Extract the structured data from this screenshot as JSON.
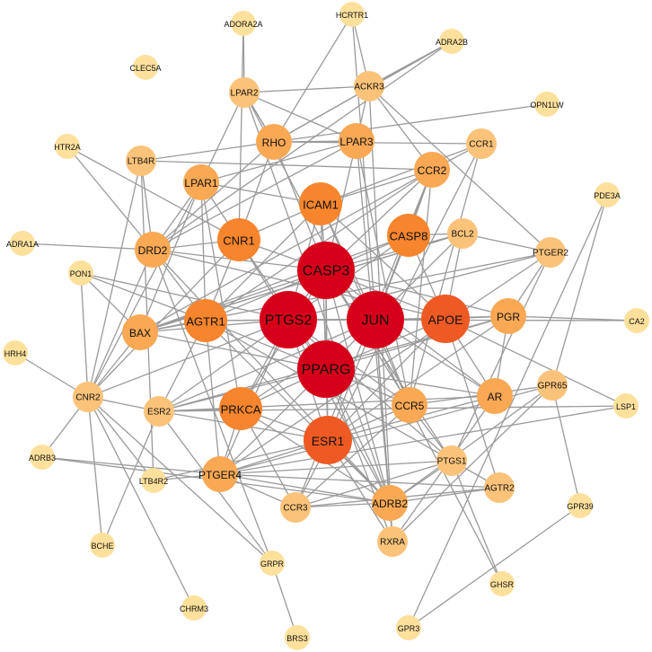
{
  "tiers": {
    "hub": {
      "color": "#d7001a",
      "label_size": 16
    },
    "major": {
      "color": "#ef5a24",
      "label_size": 14
    },
    "core": {
      "color": "#f7852e",
      "label_size": 13
    },
    "high": {
      "color": "#f9a854",
      "label_size": 12
    },
    "mid": {
      "color": "#fbc37a",
      "label_size": 10
    },
    "low": {
      "color": "#fde09c",
      "label_size": 9
    }
  },
  "nodes": [
    {
      "id": "CASP3",
      "tier": "hub"
    },
    {
      "id": "PTGS2",
      "tier": "hub"
    },
    {
      "id": "JUN",
      "tier": "hub"
    },
    {
      "id": "PPARG",
      "tier": "hub"
    },
    {
      "id": "APOE",
      "tier": "major"
    },
    {
      "id": "ESR1",
      "tier": "major"
    },
    {
      "id": "CNR1",
      "tier": "core"
    },
    {
      "id": "ICAM1",
      "tier": "core"
    },
    {
      "id": "CASP8",
      "tier": "core"
    },
    {
      "id": "AGTR1",
      "tier": "core"
    },
    {
      "id": "PRKCA",
      "tier": "core"
    },
    {
      "id": "LPAR3",
      "tier": "high"
    },
    {
      "id": "AR",
      "tier": "high"
    },
    {
      "id": "CCR5",
      "tier": "high"
    },
    {
      "id": "PGR",
      "tier": "high"
    },
    {
      "id": "ADRB2",
      "tier": "high"
    },
    {
      "id": "RHO",
      "tier": "high"
    },
    {
      "id": "LPAR1",
      "tier": "high"
    },
    {
      "id": "DRD2",
      "tier": "high"
    },
    {
      "id": "BAX",
      "tier": "high"
    },
    {
      "id": "CCR2",
      "tier": "high"
    },
    {
      "id": "PTGER4",
      "tier": "high"
    },
    {
      "id": "BCL2",
      "tier": "mid"
    },
    {
      "id": "ESR2",
      "tier": "mid"
    },
    {
      "id": "PTGS1",
      "tier": "mid"
    },
    {
      "id": "CCR1",
      "tier": "mid"
    },
    {
      "id": "PTGER2",
      "tier": "mid"
    },
    {
      "id": "LPAR2",
      "tier": "mid"
    },
    {
      "id": "CCR3",
      "tier": "mid"
    },
    {
      "id": "CNR2",
      "tier": "mid"
    },
    {
      "id": "ACKR3",
      "tier": "mid"
    },
    {
      "id": "RXRA",
      "tier": "mid"
    },
    {
      "id": "LTB4R",
      "tier": "mid"
    },
    {
      "id": "AGTR2",
      "tier": "mid"
    },
    {
      "id": "GPR65",
      "tier": "mid"
    },
    {
      "id": "LTB4R2",
      "tier": "low"
    },
    {
      "id": "ADORA2A",
      "tier": "low"
    },
    {
      "id": "HCRTR1",
      "tier": "low"
    },
    {
      "id": "ADRA2B",
      "tier": "low"
    },
    {
      "id": "CLEC5A",
      "tier": "low"
    },
    {
      "id": "OPN1LW",
      "tier": "low"
    },
    {
      "id": "HTR2A",
      "tier": "low"
    },
    {
      "id": "PDE3A",
      "tier": "low"
    },
    {
      "id": "ADRA1A",
      "tier": "low"
    },
    {
      "id": "PON1",
      "tier": "low"
    },
    {
      "id": "CA2",
      "tier": "low"
    },
    {
      "id": "HRH4",
      "tier": "low"
    },
    {
      "id": "LSP1",
      "tier": "low"
    },
    {
      "id": "ADRB3",
      "tier": "low"
    },
    {
      "id": "GPR39",
      "tier": "low"
    },
    {
      "id": "BCHE",
      "tier": "low"
    },
    {
      "id": "GRPR",
      "tier": "low"
    },
    {
      "id": "GHSR",
      "tier": "low"
    },
    {
      "id": "CHRM3",
      "tier": "low"
    },
    {
      "id": "BRS3",
      "tier": "low"
    },
    {
      "id": "GPR3",
      "tier": "low"
    }
  ],
  "edges": [
    [
      "CASP3",
      "PTGS2"
    ],
    [
      "CASP3",
      "JUN"
    ],
    [
      "CASP3",
      "PPARG"
    ],
    [
      "CASP3",
      "APOE"
    ],
    [
      "CASP3",
      "ESR1"
    ],
    [
      "CASP3",
      "ICAM1"
    ],
    [
      "CASP3",
      "CASP8"
    ],
    [
      "CASP3",
      "CNR1"
    ],
    [
      "CASP3",
      "AGTR1"
    ],
    [
      "CASP3",
      "PRKCA"
    ],
    [
      "CASP3",
      "BCL2"
    ],
    [
      "CASP3",
      "BAX"
    ],
    [
      "CASP3",
      "CCR5"
    ],
    [
      "CASP3",
      "AR"
    ],
    [
      "CASP3",
      "PGR"
    ],
    [
      "CASP3",
      "LPAR3"
    ],
    [
      "CASP3",
      "RHO"
    ],
    [
      "CASP3",
      "CCR2"
    ],
    [
      "CASP3",
      "PTGS1"
    ],
    [
      "CASP3",
      "ADRB2"
    ],
    [
      "CASP3",
      "DRD2"
    ],
    [
      "PTGS2",
      "JUN"
    ],
    [
      "PTGS2",
      "PPARG"
    ],
    [
      "PTGS2",
      "APOE"
    ],
    [
      "PTGS2",
      "ESR1"
    ],
    [
      "PTGS2",
      "ICAM1"
    ],
    [
      "PTGS2",
      "CNR1"
    ],
    [
      "PTGS2",
      "CNR2"
    ],
    [
      "PTGS2",
      "PTGS1"
    ],
    [
      "PTGS2",
      "PTGER2"
    ],
    [
      "PTGS2",
      "PTGER4"
    ],
    [
      "PTGS2",
      "CASP8"
    ],
    [
      "PTGS2",
      "PRKCA"
    ],
    [
      "PTGS2",
      "AGTR1"
    ],
    [
      "PTGS2",
      "BAX"
    ],
    [
      "PTGS2",
      "ESR2"
    ],
    [
      "PTGS2",
      "CCR5"
    ],
    [
      "PTGS2",
      "ADRB2"
    ],
    [
      "PTGS2",
      "CA2"
    ],
    [
      "PTGS2",
      "PON1"
    ],
    [
      "JUN",
      "PPARG"
    ],
    [
      "JUN",
      "APOE"
    ],
    [
      "JUN",
      "ESR1"
    ],
    [
      "JUN",
      "ICAM1"
    ],
    [
      "JUN",
      "CASP8"
    ],
    [
      "JUN",
      "BCL2"
    ],
    [
      "JUN",
      "AR"
    ],
    [
      "JUN",
      "PGR"
    ],
    [
      "JUN",
      "CCR5"
    ],
    [
      "JUN",
      "PRKCA"
    ],
    [
      "JUN",
      "ESR2"
    ],
    [
      "JUN",
      "AGTR1"
    ],
    [
      "JUN",
      "RXRA"
    ],
    [
      "JUN",
      "CCR2"
    ],
    [
      "PPARG",
      "APOE"
    ],
    [
      "PPARG",
      "ESR1"
    ],
    [
      "PPARG",
      "ICAM1"
    ],
    [
      "PPARG",
      "RXRA"
    ],
    [
      "PPARG",
      "AR"
    ],
    [
      "PPARG",
      "PGR"
    ],
    [
      "PPARG",
      "CNR1"
    ],
    [
      "PPARG",
      "AGTR1"
    ],
    [
      "PPARG",
      "PRKCA"
    ],
    [
      "PPARG",
      "ESR2"
    ],
    [
      "PPARG",
      "PTGER4"
    ],
    [
      "PPARG",
      "BAX"
    ],
    [
      "PPARG",
      "CCR5"
    ],
    [
      "PPARG",
      "ADRB2"
    ],
    [
      "APOE",
      "ESR1"
    ],
    [
      "APOE",
      "ICAM1"
    ],
    [
      "APOE",
      "CASP8"
    ],
    [
      "APOE",
      "AR"
    ],
    [
      "APOE",
      "PGR"
    ],
    [
      "APOE",
      "LSP1"
    ],
    [
      "APOE",
      "BCL2"
    ],
    [
      "APOE",
      "DRD2"
    ],
    [
      "APOE",
      "AGTR2"
    ],
    [
      "ESR1",
      "AR"
    ],
    [
      "ESR1",
      "PGR"
    ],
    [
      "ESR1",
      "ESR2"
    ],
    [
      "ESR1",
      "PRKCA"
    ],
    [
      "ESR1",
      "ADRB2"
    ],
    [
      "ESR1",
      "CCR5"
    ],
    [
      "ESR1",
      "RXRA"
    ],
    [
      "ESR1",
      "PTGER4"
    ],
    [
      "ESR1",
      "LTB4R2"
    ],
    [
      "ICAM1",
      "CCR2"
    ],
    [
      "ICAM1",
      "CCR5"
    ],
    [
      "ICAM1",
      "CNR1"
    ],
    [
      "ICAM1",
      "AGTR1"
    ],
    [
      "ICAM1",
      "CCR1"
    ],
    [
      "ICAM1",
      "LPAR1"
    ],
    [
      "CNR1",
      "CNR2"
    ],
    [
      "CNR1",
      "DRD2"
    ],
    [
      "CNR1",
      "RHO"
    ],
    [
      "CNR1",
      "LPAR1"
    ],
    [
      "CNR1",
      "ADORA2A"
    ],
    [
      "CNR1",
      "HTR2A"
    ],
    [
      "CNR1",
      "AGTR1"
    ],
    [
      "CASP8",
      "BCL2"
    ],
    [
      "CASP8",
      "BAX"
    ],
    [
      "CASP8",
      "CCR2"
    ],
    [
      "AGTR1",
      "AGTR2"
    ],
    [
      "AGTR1",
      "DRD2"
    ],
    [
      "AGTR1",
      "BAX"
    ],
    [
      "AGTR1",
      "LPAR1"
    ],
    [
      "AGTR1",
      "PTGER4"
    ],
    [
      "AGTR1",
      "ADRB2"
    ],
    [
      "AGTR1",
      "CCR2"
    ],
    [
      "AGTR1",
      "ESR2"
    ],
    [
      "AGTR1",
      "PON1"
    ],
    [
      "PRKCA",
      "PTGER4"
    ],
    [
      "PRKCA",
      "ESR2"
    ],
    [
      "PRKCA",
      "LPAR1"
    ],
    [
      "PRKCA",
      "CCR3"
    ],
    [
      "PRKCA",
      "ADRB2"
    ],
    [
      "LPAR3",
      "LPAR1"
    ],
    [
      "LPAR3",
      "LPAR2"
    ],
    [
      "LPAR3",
      "ACKR3"
    ],
    [
      "LPAR3",
      "DRD2"
    ],
    [
      "LPAR3",
      "CCR5"
    ],
    [
      "LPAR3",
      "RHO"
    ],
    [
      "LPAR3",
      "ADRB2"
    ],
    [
      "AR",
      "PGR"
    ],
    [
      "AR",
      "ESR2"
    ],
    [
      "AR",
      "RXRA"
    ],
    [
      "CCR5",
      "CCR1"
    ],
    [
      "CCR5",
      "CCR2"
    ],
    [
      "CCR5",
      "CCR3"
    ],
    [
      "CCR5",
      "PTGS1"
    ],
    [
      "CCR5",
      "GPR65"
    ],
    [
      "PGR",
      "ESR2"
    ],
    [
      "PGR",
      "PTGER2"
    ],
    [
      "PGR",
      "CA2"
    ],
    [
      "ADRB2",
      "ADRB3"
    ],
    [
      "ADRB2",
      "DRD2"
    ],
    [
      "ADRB2",
      "GPR65"
    ],
    [
      "ADRB2",
      "AGTR2"
    ],
    [
      "ADRB2",
      "CCR3"
    ],
    [
      "ADRB2",
      "RXRA"
    ],
    [
      "ADRB2",
      "PTGER4"
    ],
    [
      "ADRB2",
      "PTGS1"
    ],
    [
      "ADRB2",
      "LPAR2"
    ],
    [
      "RHO",
      "LPAR2"
    ],
    [
      "RHO",
      "HCRTR1"
    ],
    [
      "RHO",
      "ADRA2B"
    ],
    [
      "RHO",
      "OPN1LW"
    ],
    [
      "RHO",
      "DRD2"
    ],
    [
      "RHO",
      "LTB4R"
    ],
    [
      "RHO",
      "CCR1"
    ],
    [
      "LPAR1",
      "LPAR2"
    ],
    [
      "LPAR1",
      "DRD2"
    ],
    [
      "LPAR1",
      "BAX"
    ],
    [
      "LPAR1",
      "CNR2"
    ],
    [
      "DRD2",
      "HTR2A"
    ],
    [
      "DRD2",
      "LTB4R"
    ],
    [
      "DRD2",
      "ADRA2B"
    ],
    [
      "DRD2",
      "ADRA1A"
    ],
    [
      "DRD2",
      "CNR2"
    ],
    [
      "BAX",
      "BCL2"
    ],
    [
      "BAX",
      "PON1"
    ],
    [
      "BAX",
      "CNR2"
    ],
    [
      "BAX",
      "PTGER2"
    ],
    [
      "CCR2",
      "CCR1"
    ],
    [
      "CCR2",
      "CCR3"
    ],
    [
      "CCR2",
      "LTB4R"
    ],
    [
      "CCR2",
      "ACKR3"
    ],
    [
      "CCR2",
      "BAX"
    ],
    [
      "PTGER4",
      "PTGER2"
    ],
    [
      "PTGER4",
      "LTB4R2"
    ],
    [
      "PTGER4",
      "ADRB3"
    ],
    [
      "PTGER4",
      "CCR3"
    ],
    [
      "PTGER4",
      "AGTR2"
    ],
    [
      "PTGER4",
      "PTGS1"
    ],
    [
      "PTGER4",
      "GPR65"
    ],
    [
      "BCL2",
      "PTGER2"
    ],
    [
      "BCL2",
      "BAX"
    ],
    [
      "ESR2",
      "CNR2"
    ],
    [
      "ESR2",
      "GRPR"
    ],
    [
      "ESR2",
      "LSP1"
    ],
    [
      "ESR2",
      "BCHE"
    ],
    [
      "PTGS1",
      "PTGER2"
    ],
    [
      "PTGS1",
      "GHSR"
    ],
    [
      "PTGS1",
      "CCR3"
    ],
    [
      "CCR1",
      "CCR3"
    ],
    [
      "LPAR2",
      "ADORA2A"
    ],
    [
      "LPAR2",
      "ACKR3"
    ],
    [
      "LPAR2",
      "RHO"
    ],
    [
      "LPAR2",
      "GHSR"
    ],
    [
      "ACKR3",
      "HCRTR1"
    ],
    [
      "ACKR3",
      "ADRA2B"
    ],
    [
      "ACKR3",
      "RXRA"
    ],
    [
      "ACKR3",
      "PTGER2"
    ],
    [
      "LTB4R",
      "LTB4R2"
    ],
    [
      "LTB4R",
      "CNR2"
    ],
    [
      "CNR2",
      "HRH4"
    ],
    [
      "CNR2",
      "PON1"
    ],
    [
      "CNR2",
      "BCHE"
    ],
    [
      "CNR2",
      "ADRB3"
    ],
    [
      "CNR2",
      "CHRM3"
    ],
    [
      "CNR2",
      "LTB4R2"
    ],
    [
      "GPR65",
      "GPR39"
    ],
    [
      "GPR65",
      "PDE3A"
    ],
    [
      "GPR65",
      "RXRA"
    ],
    [
      "GRPR",
      "BRS3"
    ],
    [
      "GRPR",
      "DRD2"
    ],
    [
      "GRPR",
      "CNR2"
    ],
    [
      "GPR39",
      "GPR3"
    ],
    [
      "PDE3A",
      "GPR3"
    ],
    [
      "HCRTR1",
      "ADRB2"
    ],
    [
      "AGTR2",
      "CCR3"
    ],
    [
      "LSP1",
      "PTGER4"
    ],
    [
      "ADRA2B",
      "RHO"
    ]
  ]
}
